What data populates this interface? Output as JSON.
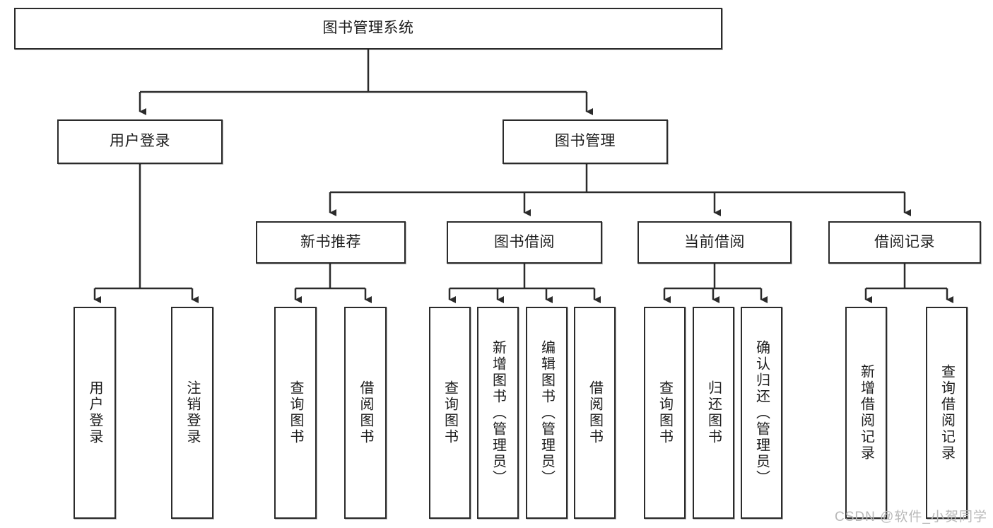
{
  "diagram": {
    "title": "图书管理系统",
    "stroke_color": "#2b2b2b",
    "fill_color": "#ffffff",
    "text_color": "#1d1d1d"
  },
  "nodes": {
    "root": {
      "label": "图书管理系统"
    },
    "level2": [
      {
        "id": "user-login",
        "label": "用户登录"
      },
      {
        "id": "book-manage",
        "label": "图书管理"
      }
    ],
    "level3": [
      {
        "id": "new-book-recommend",
        "label": "新书推荐"
      },
      {
        "id": "book-borrow",
        "label": "图书借阅"
      },
      {
        "id": "current-borrow",
        "label": "当前借阅"
      },
      {
        "id": "borrow-record",
        "label": "借阅记录"
      }
    ],
    "leaves": {
      "user_login": [
        {
          "id": "leaf-user-login",
          "label": "用户登录"
        },
        {
          "id": "leaf-logout",
          "label": "注销登录"
        }
      ],
      "new_book_recommend": [
        {
          "id": "leaf-query-book-1",
          "label": "查询图书"
        },
        {
          "id": "leaf-borrow-book-1",
          "label": "借阅图书"
        }
      ],
      "book_borrow": [
        {
          "id": "leaf-query-book-2",
          "label": "查询图书"
        },
        {
          "id": "leaf-add-book",
          "label": "新增图书（管理员）"
        },
        {
          "id": "leaf-edit-book",
          "label": "编辑图书（管理员）"
        },
        {
          "id": "leaf-borrow-book-2",
          "label": "借阅图书"
        }
      ],
      "current_borrow": [
        {
          "id": "leaf-query-book-3",
          "label": "查询图书"
        },
        {
          "id": "leaf-return-book",
          "label": "归还图书"
        },
        {
          "id": "leaf-confirm-return",
          "label": "确认归还（管理员）"
        }
      ],
      "borrow_record": [
        {
          "id": "leaf-add-record",
          "label": "新增借阅记录"
        },
        {
          "id": "leaf-query-record",
          "label": "查询借阅记录"
        }
      ]
    }
  },
  "watermark": {
    "text": "CSDN @软件_小贺同学"
  }
}
